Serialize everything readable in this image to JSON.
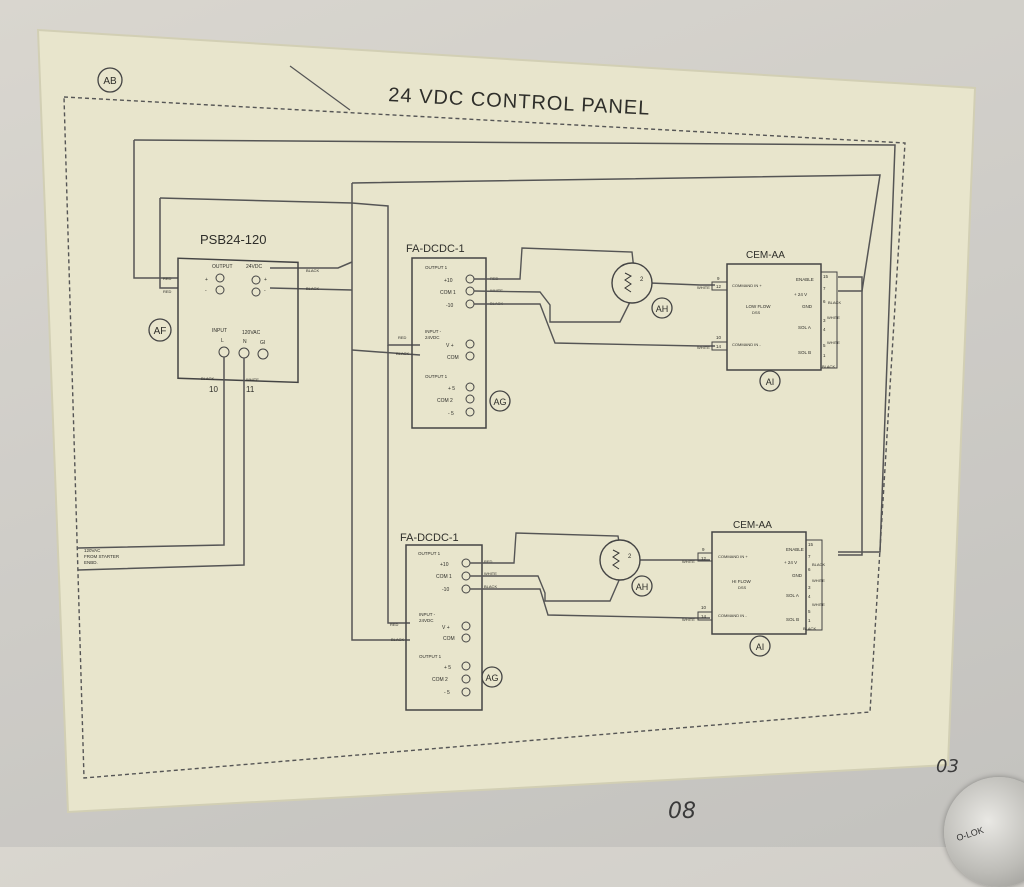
{
  "title": "24 VDC CONTROL PANEL",
  "sheet_tag": "AB",
  "handwritten": {
    "top_right": "03",
    "bottom": "08"
  },
  "knob_label": "O-LOK",
  "psb": {
    "title": "PSB24-120",
    "tag": "AF",
    "output": "OUTPUT",
    "vdc": "24VDC",
    "input": "INPUT",
    "vac": "120VAC",
    "l": "L",
    "n": "N",
    "gnd": "GI",
    "black": "BLACK",
    "white": "WHITE",
    "t10": "10",
    "t11": "11",
    "plus": "+",
    "minus": "-",
    "red": "RED"
  },
  "feed": {
    "line1": "120VAC",
    "line2": "FROM STARTER",
    "line3": "ENBD."
  },
  "dcdc": {
    "title": "FA-DCDC-1",
    "tag": "AG",
    "output1": "OUTPUT 1",
    "p10": "+10",
    "com1": "COM 1",
    "m10": "-10",
    "input": "INPUT -",
    "vdc": "24VDC",
    "vplus": "V +",
    "com": "COM",
    "p5": "+ 5",
    "com2": "COM 2",
    "m5": "- 5"
  },
  "pot_tag": "AH",
  "pot_num": "2",
  "cem": {
    "title": "CEM-AA",
    "tag": "AI",
    "cmd_in_plus": "COMMAND IN +",
    "cmd_in_minus": "COMMAND IN -",
    "low_flow": "LOW FLOW",
    "hi_flow": "HI FLOW",
    "dss": "DSS",
    "enable": "ENABLE",
    "v24": "+ 24 V",
    "gnd": "GND",
    "sol_a": "SOL A",
    "sol_b": "SOL B",
    "n9": "9",
    "n12": "12",
    "n10": "10",
    "n14": "14",
    "n15": "15",
    "n7": "7",
    "n6": "6",
    "n3": "3",
    "n4": "4",
    "n5": "5",
    "n1": "1"
  },
  "wires": {
    "red": "RED",
    "white": "WHITE",
    "black": "BLACK"
  }
}
